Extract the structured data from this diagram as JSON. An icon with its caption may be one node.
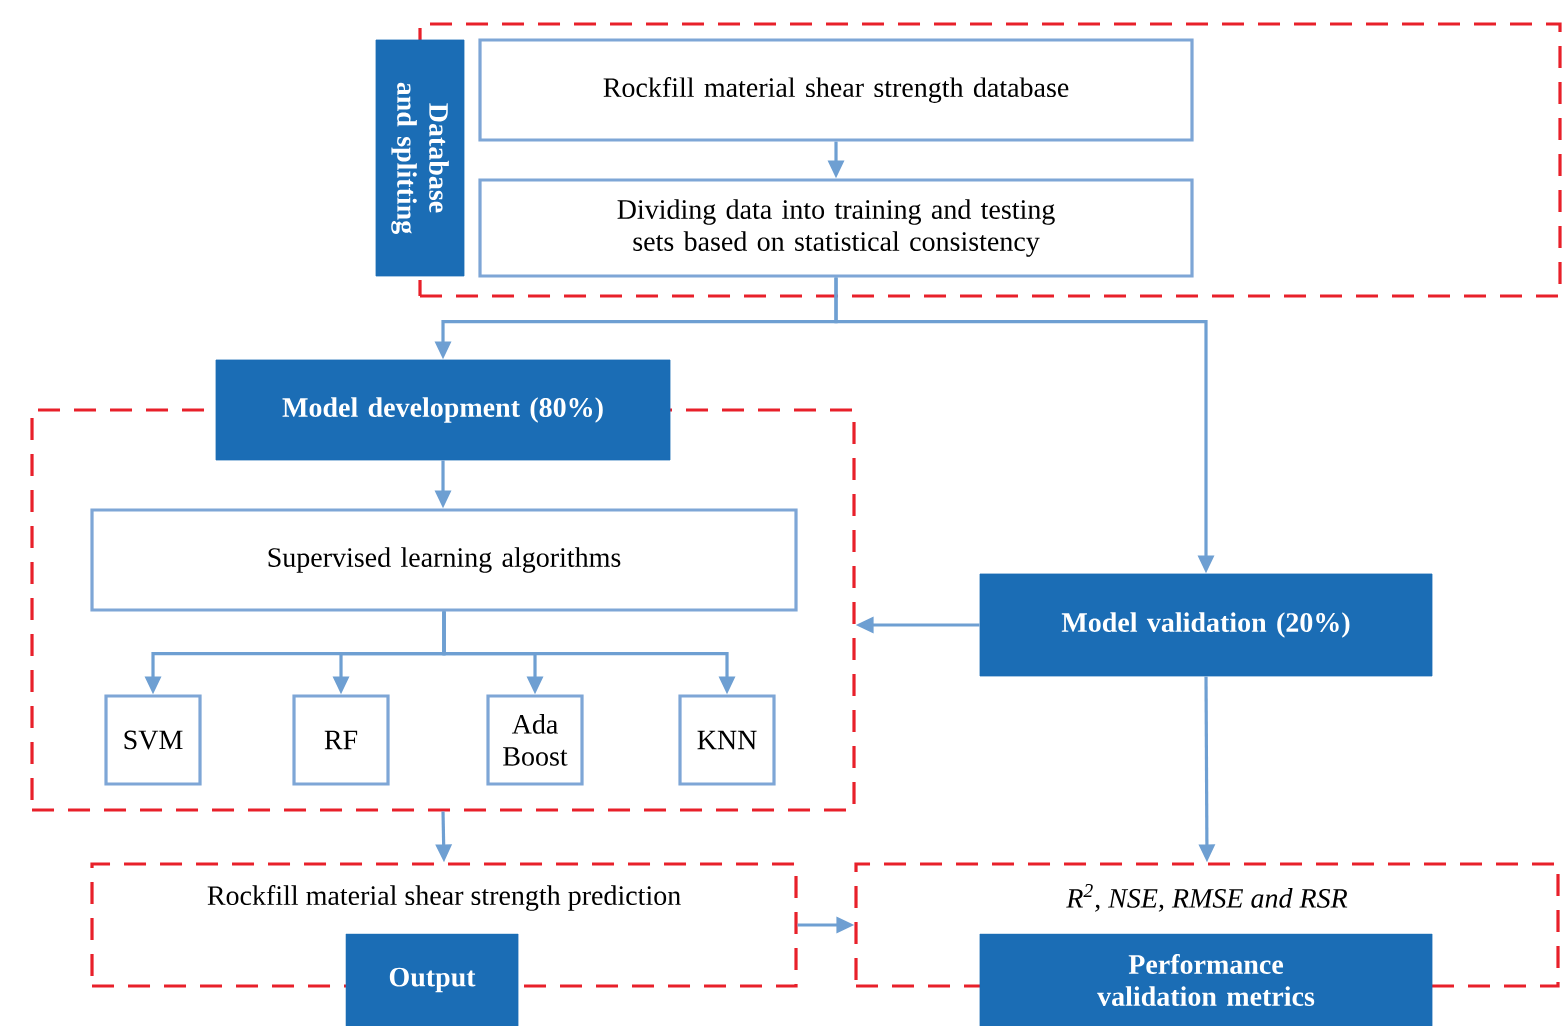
{
  "diagram": {
    "nodes": [
      {
        "text": [],
        "shape": "box"
      },
      {
        "text": [
          "Database and splitting"
        ]
      },
      {
        "text": [
          "Rockfill material shear strength database"
        ],
        "in": 0
      },
      {
        "text": [
          "Dividing data into training and testing sets based on statistical consistency"
        ],
        "in": 0
      },
      {
        "text": [],
        "shape": "box"
      },
      {
        "text": [
          "Model development (80%)"
        ]
      },
      {
        "text": [
          "Supervised learning algorithms"
        ],
        "in": 4
      },
      {
        "text": [
          "SVM"
        ],
        "in": 4
      },
      {
        "text": [
          "RF"
        ],
        "in": 4
      },
      {
        "text": [
          "Ada Boost"
        ],
        "in": 4
      },
      {
        "text": [
          "KNN"
        ],
        "in": 4
      },
      {
        "text": [
          "Model validation (20%)"
        ]
      },
      {
        "text": [
          "Rockfill material shear strength prediction"
        ]
      },
      {
        "text": [
          "Output"
        ]
      },
      {
        "text": [
          "R$^{2}$, NSE, RMSE and RSR"
        ]
      },
      {
        "text": [
          "Performance validation metrics"
        ]
      }
    ],
    "edges": [
      {
        "from": 2,
        "to": 3,
        "arrow": "to"
      },
      {
        "from": 3,
        "to": 5,
        "arrow": "to"
      },
      {
        "from": 3,
        "to": 11,
        "arrow": "to"
      },
      {
        "from": 5,
        "to": 6,
        "arrow": "to"
      },
      {
        "from": 6,
        "to": 7,
        "arrow": "to"
      },
      {
        "from": 6,
        "to": 8,
        "arrow": "to"
      },
      {
        "from": 6,
        "to": 9,
        "arrow": "to"
      },
      {
        "from": 6,
        "to": 10,
        "arrow": "to"
      },
      {
        "from": 11,
        "to": 4,
        "arrow": "to"
      },
      {
        "from": 4,
        "to": 12,
        "arrow": "to"
      },
      {
        "from": 11,
        "to": 14,
        "arrow": "to"
      },
      {
        "from": 12,
        "to": 14,
        "arrow": "to"
      }
    ]
  }
}
